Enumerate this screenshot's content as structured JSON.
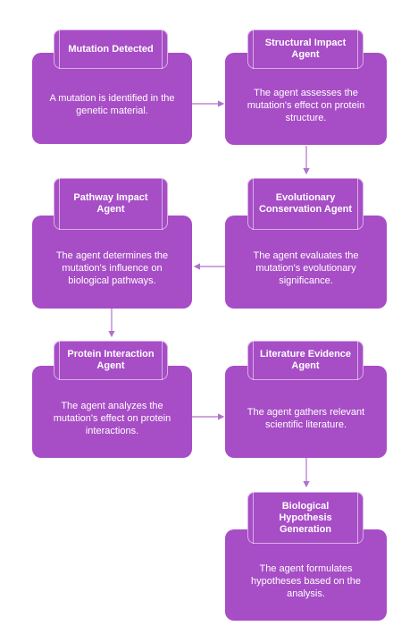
{
  "colors": {
    "node_fill": "#a74dc6",
    "arrow": "#b072cc",
    "text": "#ffffff"
  },
  "nodes": [
    {
      "title": "Mutation Detected",
      "body": "A mutation is identified in the genetic material."
    },
    {
      "title": "Structural Impact Agent",
      "body": "The agent assesses the mutation's effect on protein structure."
    },
    {
      "title": "Evolutionary Conservation Agent",
      "body": "The agent evaluates the mutation's evolutionary significance."
    },
    {
      "title": "Pathway Impact Agent",
      "body": "The agent determines the mutation's influence on biological pathways."
    },
    {
      "title": "Protein Interaction Agent",
      "body": "The agent analyzes the mutation's effect on protein interactions."
    },
    {
      "title": "Literature Evidence Agent",
      "body": "The agent gathers relevant scientific literature."
    },
    {
      "title": "Biological Hypothesis Generation",
      "body": "The agent formulates hypotheses based on the analysis."
    }
  ]
}
